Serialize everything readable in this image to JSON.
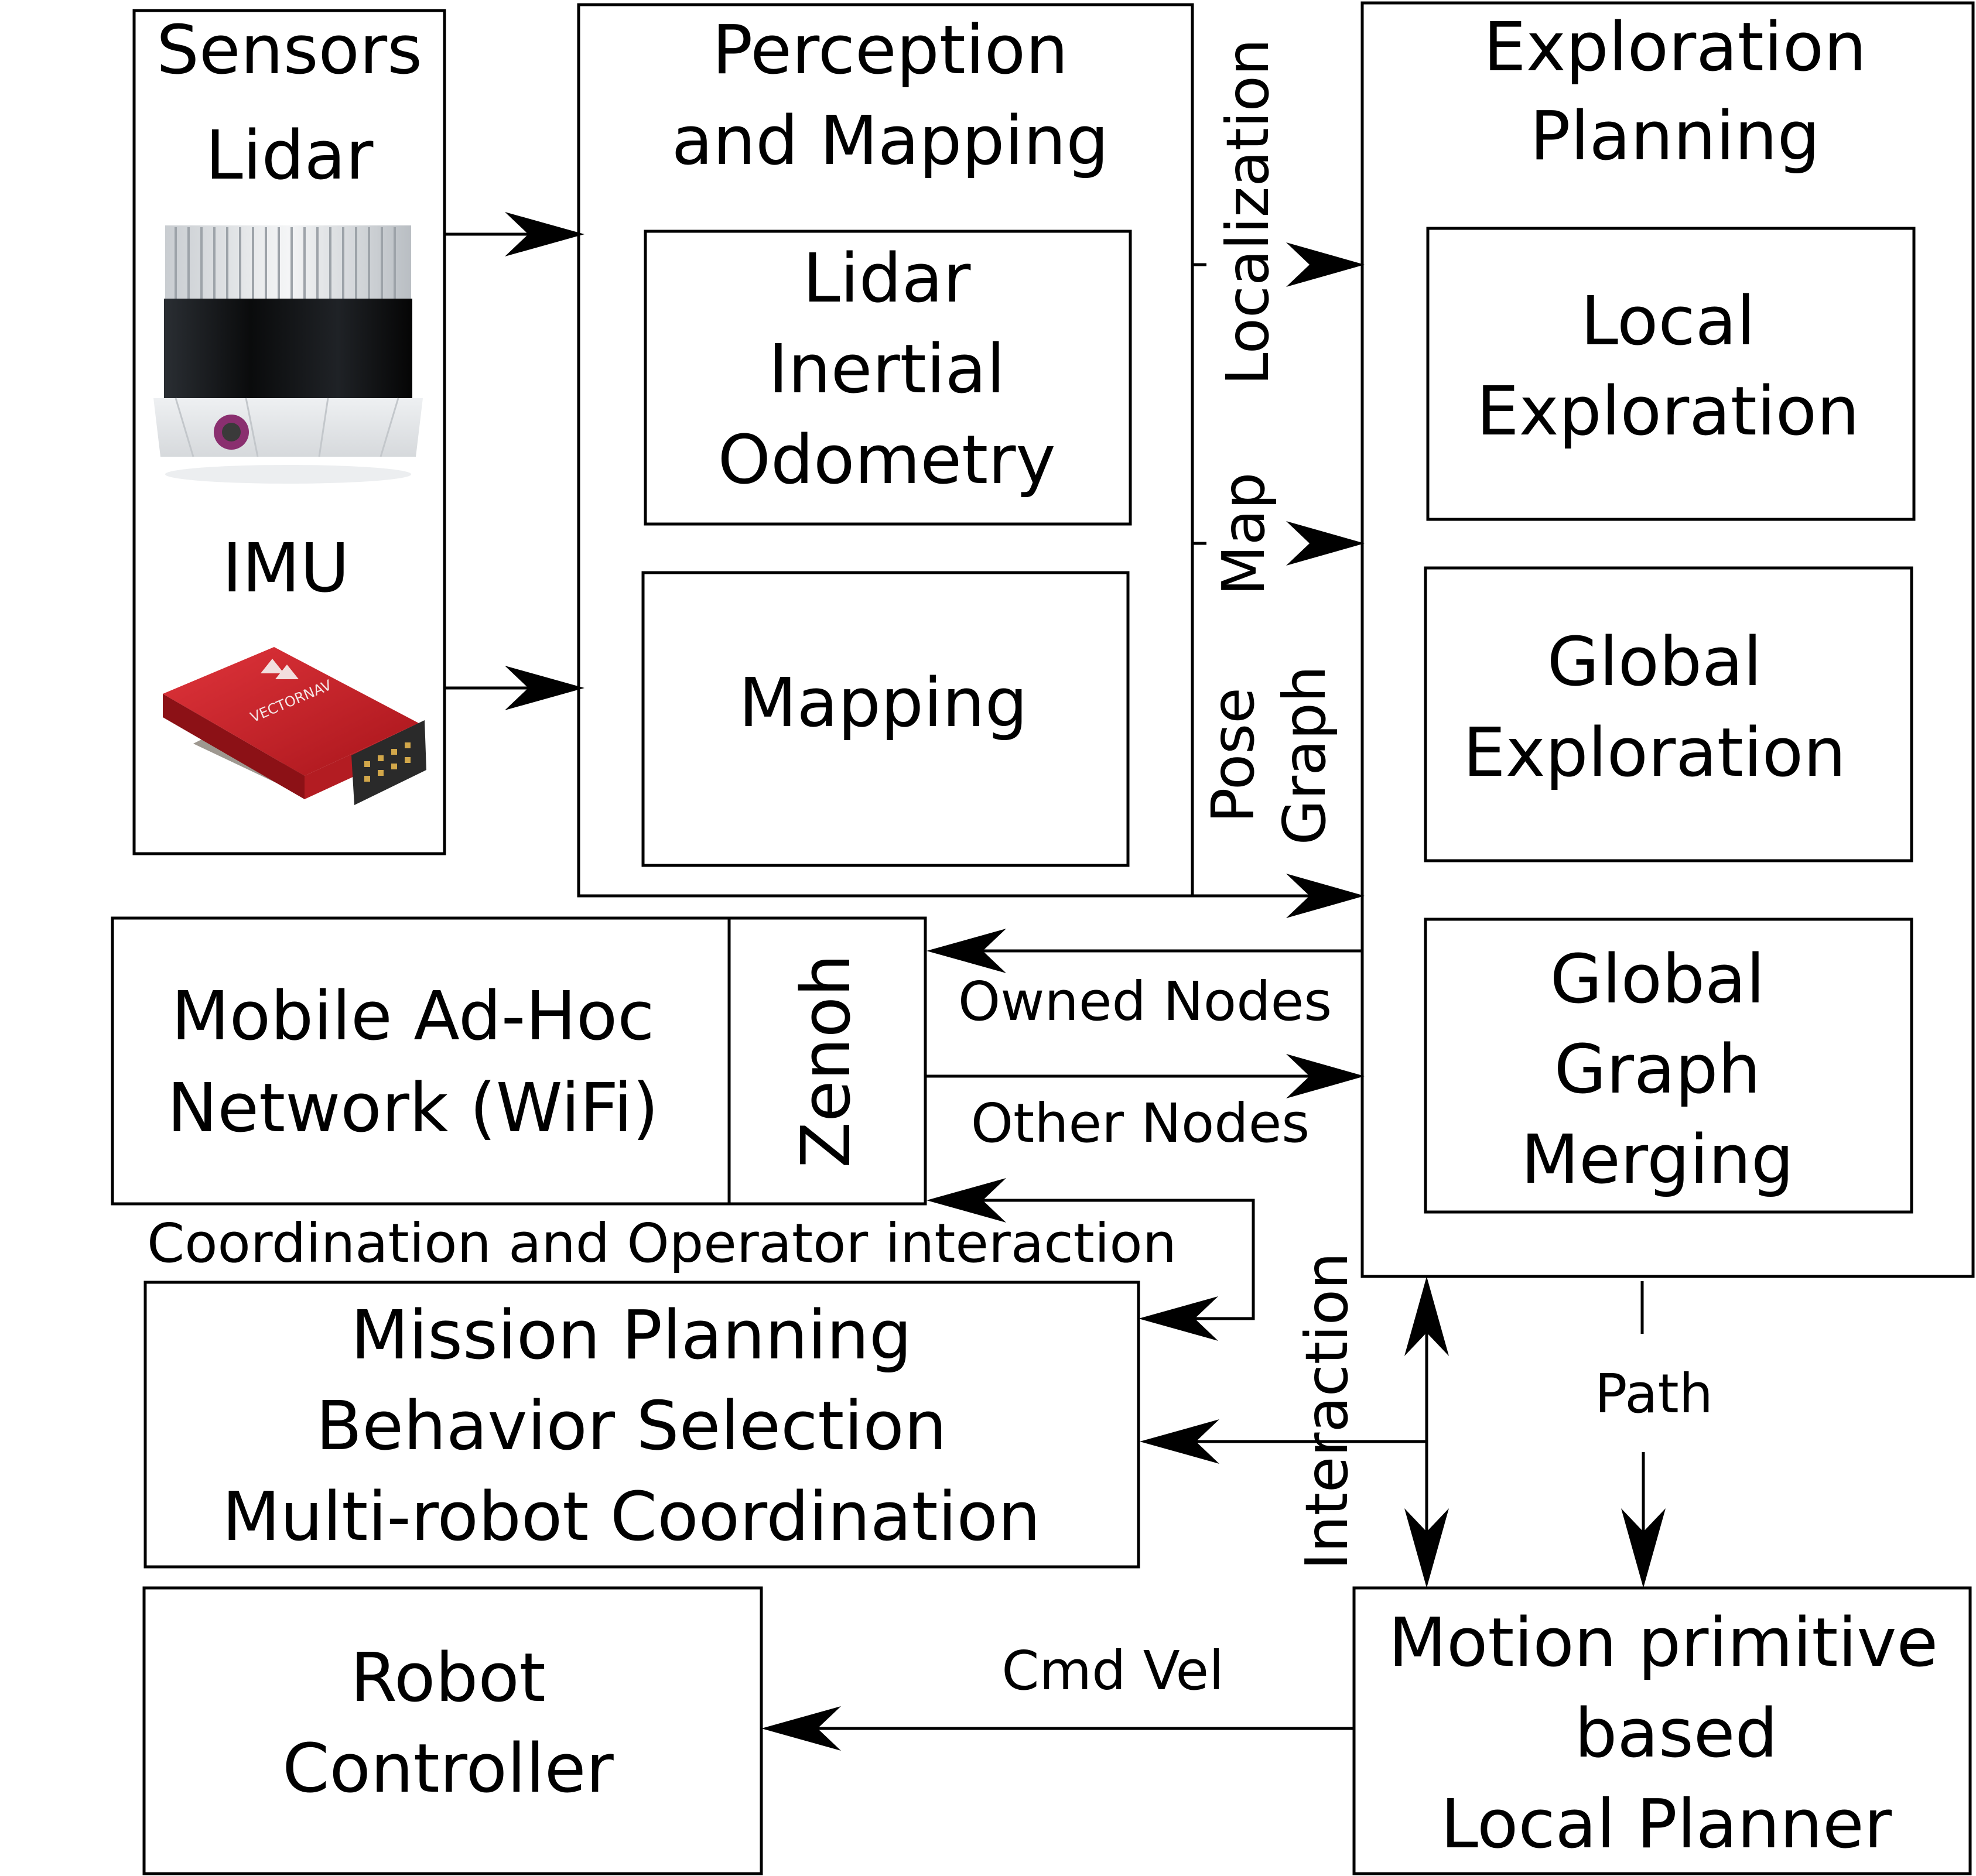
{
  "sensors": {
    "title": "Sensors",
    "lidar_label": "Lidar",
    "imu_label": "IMU",
    "imu_brand": "VECTORNAV"
  },
  "perception": {
    "title_line1": "Perception",
    "title_line2": "and Mapping",
    "lio_line1": "Lidar",
    "lio_line2": "Inertial",
    "lio_line3": "Odometry",
    "mapping": "Mapping"
  },
  "exploration": {
    "title_line1": "Exploration",
    "title_line2": "Planning",
    "local_line1": "Local",
    "local_line2": "Exploration",
    "global_line1": "Global",
    "global_line2": "Exploration",
    "merge_line1": "Global",
    "merge_line2": "Graph",
    "merge_line3": "Merging"
  },
  "network": {
    "line1": "Mobile Ad-Hoc",
    "line2": "Network (WiFi)",
    "zenoh": "Zenoh"
  },
  "mission": {
    "line1": "Mission Planning",
    "line2": "Behavior Selection",
    "line3": "Multi-robot Coordination"
  },
  "robot_controller": {
    "line1": "Robot",
    "line2": "Controller"
  },
  "local_planner": {
    "line1": "Motion primitive",
    "line2": "based",
    "line3": "Local Planner"
  },
  "edges": {
    "localization": "Localization",
    "map": "Map",
    "pose": "Pose",
    "graph": "Graph",
    "owned_nodes": "Owned Nodes",
    "other_nodes": "Other Nodes",
    "coordination": "Coordination and Operator interaction",
    "interaction": "Interaction",
    "path": "Path",
    "cmd_vel": "Cmd Vel"
  }
}
